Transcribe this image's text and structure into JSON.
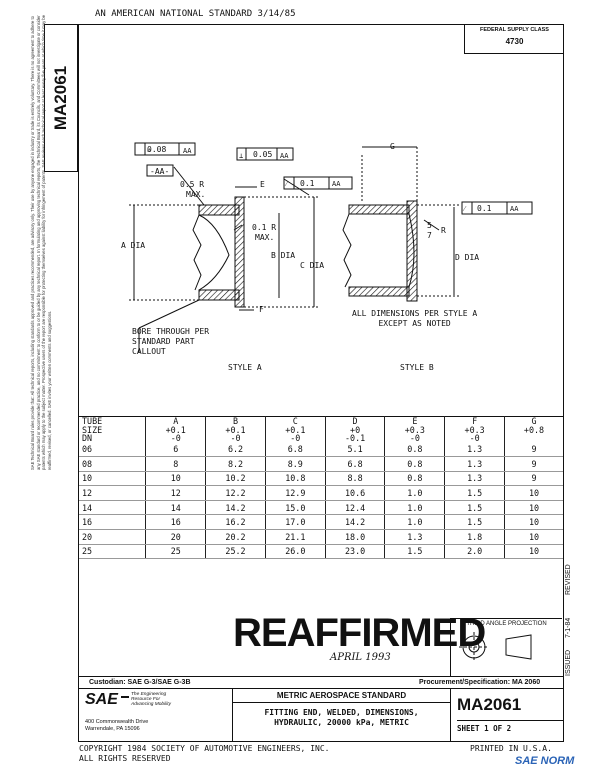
{
  "top_title": "AN AMERICAN NATIONAL STANDARD 3/14/85",
  "federal_supply_class": {
    "label": "FEDERAL SUPPLY CLASS",
    "value": "4730"
  },
  "doc_number_side": "MA2061",
  "side_note": "SAE Technical Board rules provide that: All technical reports, including standards approved and practices recommended, are advisory only. Their use by anyone engaged in industry or trade is entirely voluntary. There is no agreement to adhere to any SAE standard or recommended practice, and no commitment to conform to or be guided by any technical report. In formulating and approving technical reports, the Technical Board, its Councils, and Committees will not investigate or consider patents which may apply to the subject matter. Prospective users of the report are responsible for protecting themselves against liability for infringement of patents. SAE reviews each technical report at least every five years at which time it may be reaffirmed, revised, or cancelled. SAE invites your written comments and suggestions.",
  "drawing": {
    "tol_a1": "0.08",
    "tol_a1_ref": "AA",
    "tol_a2": "0.05",
    "tol_a2_ref": "AA",
    "tol_a3": "0.1",
    "tol_a3_ref": "AA",
    "datum": "-AA-",
    "r1": "0.5 R",
    "r1b": "MAX.",
    "r2": "0.1 R",
    "r2b": "MAX.",
    "e": "E",
    "f": "F",
    "g": "G",
    "a_dia": "A DIA",
    "b_dia": "B DIA",
    "c_dia": "C DIA",
    "d_dia": "D DIA",
    "angle_a": "5",
    "angle_b": "7",
    "r_b": "R",
    "tol_b": "0.1",
    "tol_b_ref": "AA",
    "bore_note": [
      "BORE THROUGH PER",
      "STANDARD PART",
      "CALLOUT"
    ],
    "all_dims": [
      "ALL DIMENSIONS PER STYLE A",
      "EXCEPT AS NOTED"
    ],
    "style_a": "STYLE A",
    "style_b": "STYLE B"
  },
  "table": {
    "headers": [
      [
        "TUBE",
        "SIZE",
        "DN"
      ],
      [
        "A",
        "+0.1",
        "-0"
      ],
      [
        "B",
        "+0.1",
        "-0"
      ],
      [
        "C",
        "+0.1",
        "-0"
      ],
      [
        "D",
        "+0",
        "-0.1"
      ],
      [
        "E",
        "+0.3",
        "-0"
      ],
      [
        "F",
        "+0.3",
        "-0"
      ],
      [
        "G",
        "+0.8",
        ""
      ]
    ],
    "rows": [
      [
        "06",
        "6",
        "6.2",
        "6.8",
        "5.1",
        "0.8",
        "1.3",
        "9"
      ],
      [
        "08",
        "8",
        "8.2",
        "8.9",
        "6.8",
        "0.8",
        "1.3",
        "9"
      ],
      [
        "10",
        "10",
        "10.2",
        "10.8",
        "8.8",
        "0.8",
        "1.3",
        "9"
      ],
      [
        "12",
        "12",
        "12.2",
        "12.9",
        "10.6",
        "1.0",
        "1.5",
        "10"
      ],
      [
        "14",
        "14",
        "14.2",
        "15.0",
        "12.4",
        "1.0",
        "1.5",
        "10"
      ],
      [
        "16",
        "16",
        "16.2",
        "17.0",
        "14.2",
        "1.0",
        "1.5",
        "10"
      ],
      [
        "20",
        "20",
        "20.2",
        "21.1",
        "18.0",
        "1.3",
        "1.8",
        "10"
      ],
      [
        "25",
        "25",
        "25.2",
        "26.0",
        "23.0",
        "1.5",
        "2.0",
        "10"
      ]
    ]
  },
  "reaffirmed": "REAFFIRMED",
  "reaffirmed_date": "APRIL 1993",
  "revised_label": "REVISED",
  "issued_label": "ISSUED",
  "issued_date": "7-1-84",
  "third_angle": "THIRD ANGLE PROJECTION",
  "custodian": "Custodian: SAE G-3/SAE G-3B",
  "procurement": "Procurement/Specification:  MA 2060",
  "sae_logo": "SAE",
  "sae_tagline": [
    "The Engineering",
    "Resource For",
    "Advancing Mobility"
  ],
  "sae_address": [
    "400 Commonwealth Drive",
    "Warrendale, PA  15096"
  ],
  "std_title": "METRIC AEROSPACE STANDARD",
  "part_title": [
    "FITTING END, WELDED, DIMENSIONS,",
    "HYDRAULIC, 20000 kPa, METRIC"
  ],
  "doc_number": "MA2061",
  "sheet": "SHEET 1 OF 2",
  "copyright": [
    "COPYRIGHT 1984 SOCIETY OF AUTOMOTIVE ENGINEERS, INC.",
    "ALL RIGHTS RESERVED"
  ],
  "printed": "PRINTED IN U.S.A.",
  "watermark": "SAE NORM"
}
